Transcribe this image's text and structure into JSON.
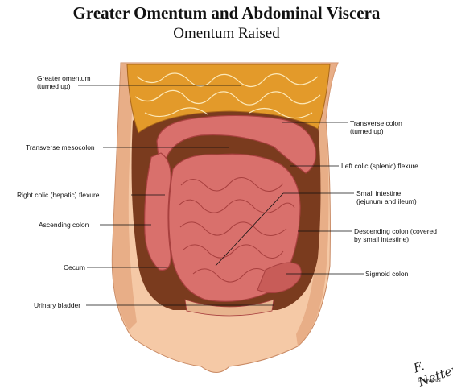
{
  "title": "Greater Omentum and Abdominal Viscera",
  "subtitle": "Omentum Raised",
  "labels": {
    "greater_omentum": [
      "Greater omentum",
      "(turned up)"
    ],
    "transverse_mesocolon": "Transverse mesocolon",
    "right_colic_flexure": "Right colic (hepatic) flexure",
    "ascending_colon": "Ascending colon",
    "cecum": "Cecum",
    "urinary_bladder": "Urinary bladder",
    "transverse_colon": [
      "Transverse colon",
      "(turned up)"
    ],
    "left_colic_flexure": "Left colic (splenic) flexure",
    "small_intestine": [
      "Small intestine",
      "(jejunum and ileum)"
    ],
    "descending_colon": [
      "Descending colon (covered",
      "by small intestine)"
    ],
    "sigmoid_colon": "Sigmoid colon"
  },
  "signature": "F. Netter",
  "credit": "©Novartis",
  "colors": {
    "skin": "#f5c9a6",
    "skin_shadow": "#e3a27a",
    "omentum": "#e39a2a",
    "intestine": "#d9706c",
    "intestine_dark": "#a8403f",
    "cavity": "#7a3b1e"
  }
}
